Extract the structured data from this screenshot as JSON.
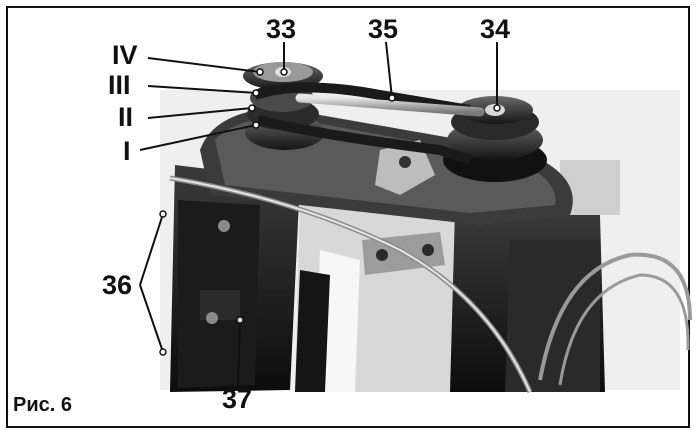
{
  "figure": {
    "caption": "Рис. 6",
    "callouts": {
      "c33": "33",
      "c35": "35",
      "c34": "34",
      "c36": "36",
      "c37": "37",
      "iv": "IV",
      "iii": "III",
      "ii": "II",
      "i": "I"
    }
  }
}
